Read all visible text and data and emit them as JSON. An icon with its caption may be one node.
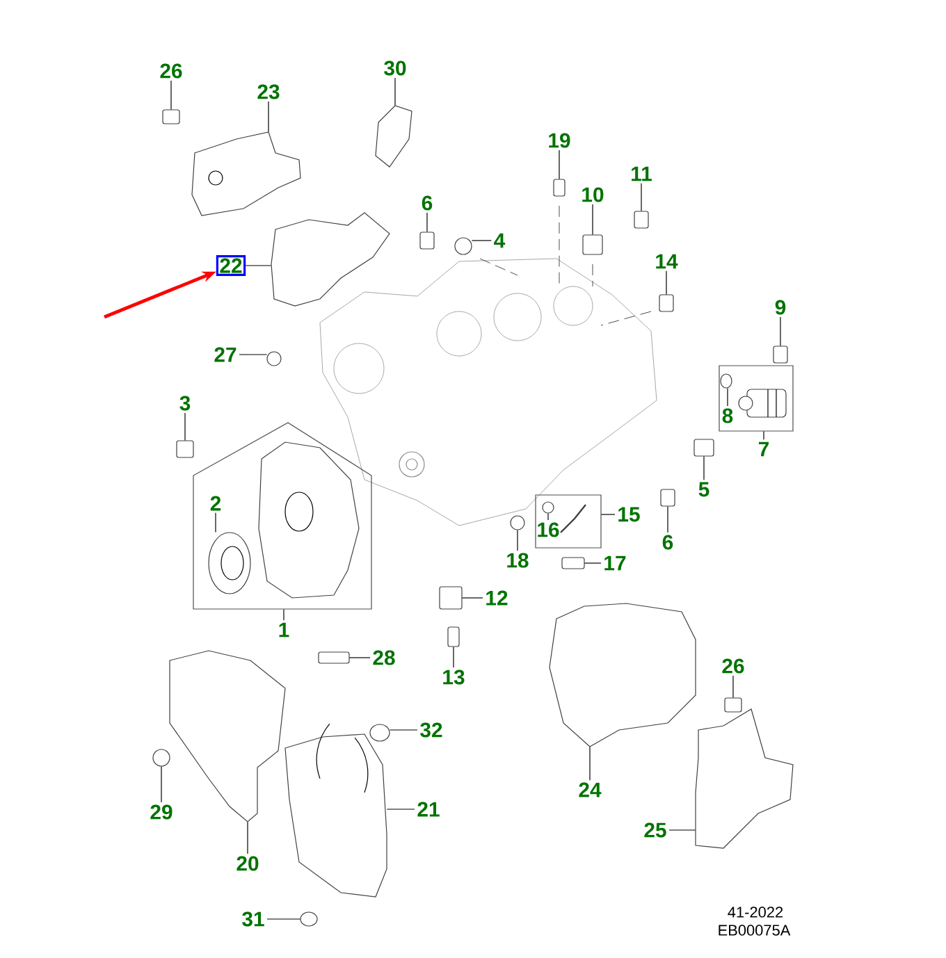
{
  "diagram": {
    "nodes": [
      {
        "text": [],
        "shape": "box"
      },
      {
        "text": [],
        "shape": "box"
      },
      {
        "text": [],
        "shape": "box"
      },
      {
        "text": [
          "26"
        ]
      },
      {
        "text": [
          "23"
        ]
      },
      {
        "text": [
          "30"
        ]
      },
      {
        "text": [
          "19"
        ]
      },
      {
        "text": [
          "6"
        ]
      },
      {
        "text": [
          "10"
        ]
      },
      {
        "text": [
          "11"
        ]
      },
      {
        "text": [
          "4"
        ]
      },
      {
        "text": [
          "14"
        ]
      },
      {
        "text": [
          "22"
        ]
      },
      {
        "text": [
          "9"
        ]
      },
      {
        "text": [
          "27"
        ]
      },
      {
        "text": [
          "8"
        ],
        "in": 1
      },
      {
        "text": [
          "3"
        ]
      },
      {
        "text": [
          "7"
        ]
      },
      {
        "text": [
          "2"
        ],
        "in": 0
      },
      {
        "text": [
          "5"
        ]
      },
      {
        "text": [
          "15"
        ]
      },
      {
        "text": [
          "16"
        ],
        "in": 2
      },
      {
        "text": [
          "6"
        ]
      },
      {
        "text": [
          "18"
        ]
      },
      {
        "text": [
          "17"
        ]
      },
      {
        "text": [
          "1"
        ]
      },
      {
        "text": [
          "12"
        ]
      },
      {
        "text": [
          "13"
        ]
      },
      {
        "text": [
          "28"
        ]
      },
      {
        "text": [
          "26"
        ]
      },
      {
        "text": [
          "32"
        ]
      },
      {
        "text": [
          "29"
        ]
      },
      {
        "text": [
          "21"
        ]
      },
      {
        "text": [
          "24"
        ]
      },
      {
        "text": [
          "20"
        ]
      },
      {
        "text": [
          "25"
        ]
      },
      {
        "text": [
          "31"
        ]
      },
      {
        "text": [],
        "shape": "box"
      },
      {
        "text": [],
        "shape": "picture"
      },
      {
        "text": [],
        "shape": "picture"
      },
      {
        "text": [],
        "shape": "box"
      },
      {
        "text": [],
        "shape": "box"
      },
      {
        "text": [],
        "shape": "box"
      },
      {
        "text": [],
        "shape": "box"
      },
      {
        "text": [],
        "shape": "circle"
      },
      {
        "text": [],
        "shape": "box"
      },
      {
        "text": [],
        "shape": "picture"
      },
      {
        "text": [],
        "shape": "box"
      },
      {
        "text": [],
        "shape": "circle"
      },
      {
        "text": [],
        "shape": "circle",
        "in": 1
      },
      {
        "text": [],
        "shape": "box"
      },
      {
        "text": [],
        "shape": "picture",
        "in": 0
      },
      {
        "text": [],
        "shape": "box"
      },
      {
        "text": [],
        "shape": "circle",
        "in": 2
      },
      {
        "text": [],
        "shape": "box"
      },
      {
        "text": [],
        "shape": "circle"
      },
      {
        "text": [],
        "shape": "box"
      },
      {
        "text": [],
        "shape": "box"
      },
      {
        "text": [],
        "shape": "box"
      },
      {
        "text": [],
        "shape": "box"
      },
      {
        "text": [],
        "shape": "box"
      },
      {
        "text": [],
        "shape": "circle"
      },
      {
        "text": [],
        "shape": "circle"
      },
      {
        "text": [],
        "shape": "picture"
      },
      {
        "text": [],
        "shape": "picture"
      },
      {
        "text": [],
        "shape": "picture"
      },
      {
        "text": [],
        "shape": "picture"
      },
      {
        "text": [],
        "shape": "circle"
      },
      {
        "text": [],
        "shape": "picture",
        "in": 0
      },
      {
        "text": [],
        "shape": "picture",
        "in": 1
      },
      {
        "text": [],
        "shape": "picture",
        "in": 2
      }
    ],
    "edges": [
      {
        "from": 3,
        "to": 37,
        "arrow": "none"
      },
      {
        "from": 4,
        "to": 38,
        "arrow": "none"
      },
      {
        "from": 5,
        "to": 39,
        "arrow": "none"
      },
      {
        "from": 6,
        "to": 40,
        "arrow": "none"
      },
      {
        "from": 7,
        "to": 41,
        "arrow": "none"
      },
      {
        "from": 8,
        "to": 42,
        "arrow": "none"
      },
      {
        "from": 9,
        "to": 43,
        "arrow": "none"
      },
      {
        "from": 10,
        "to": 44,
        "arrow": "none"
      },
      {
        "from": 11,
        "to": 45,
        "arrow": "none"
      },
      {
        "from": 12,
        "to": 46,
        "arrow": "none"
      },
      {
        "from": 13,
        "to": 47,
        "arrow": "none"
      },
      {
        "from": 14,
        "to": 48,
        "arrow": "none"
      },
      {
        "from": 15,
        "to": 49,
        "arrow": "none"
      },
      {
        "from": 16,
        "to": 50,
        "arrow": "none"
      },
      {
        "from": 17,
        "to": 1,
        "arrow": "none"
      },
      {
        "from": 18,
        "to": 51,
        "arrow": "none"
      },
      {
        "from": 19,
        "to": 52,
        "arrow": "none"
      },
      {
        "from": 20,
        "to": 2,
        "arrow": "none"
      },
      {
        "from": 21,
        "to": 53,
        "arrow": "none"
      },
      {
        "from": 22,
        "to": 54,
        "arrow": "none"
      },
      {
        "from": 23,
        "to": 55,
        "arrow": "none"
      },
      {
        "from": 24,
        "to": 56,
        "arrow": "none"
      },
      {
        "from": 25,
        "to": 0,
        "arrow": "none"
      },
      {
        "from": 26,
        "to": 57,
        "arrow": "none"
      },
      {
        "from": 27,
        "to": 58,
        "arrow": "none"
      },
      {
        "from": 28,
        "to": 59,
        "arrow": "none"
      },
      {
        "from": 29,
        "to": 60,
        "arrow": "none"
      },
      {
        "from": 30,
        "to": 61,
        "arrow": "none"
      },
      {
        "from": 31,
        "to": 62,
        "arrow": "none"
      },
      {
        "from": 32,
        "to": 63,
        "arrow": "none"
      },
      {
        "from": 33,
        "to": 64,
        "arrow": "none"
      },
      {
        "from": 34,
        "to": 65,
        "arrow": "none"
      },
      {
        "from": 35,
        "to": 66,
        "arrow": "none"
      },
      {
        "from": 36,
        "to": 67,
        "arrow": "none"
      },
      {
        "from": null,
        "to": 12,
        "arrow": "to",
        "style": "thick",
        "color": "#ff0000"
      }
    ],
    "labels": [
      "41-2022",
      "EB00075A"
    ]
  }
}
